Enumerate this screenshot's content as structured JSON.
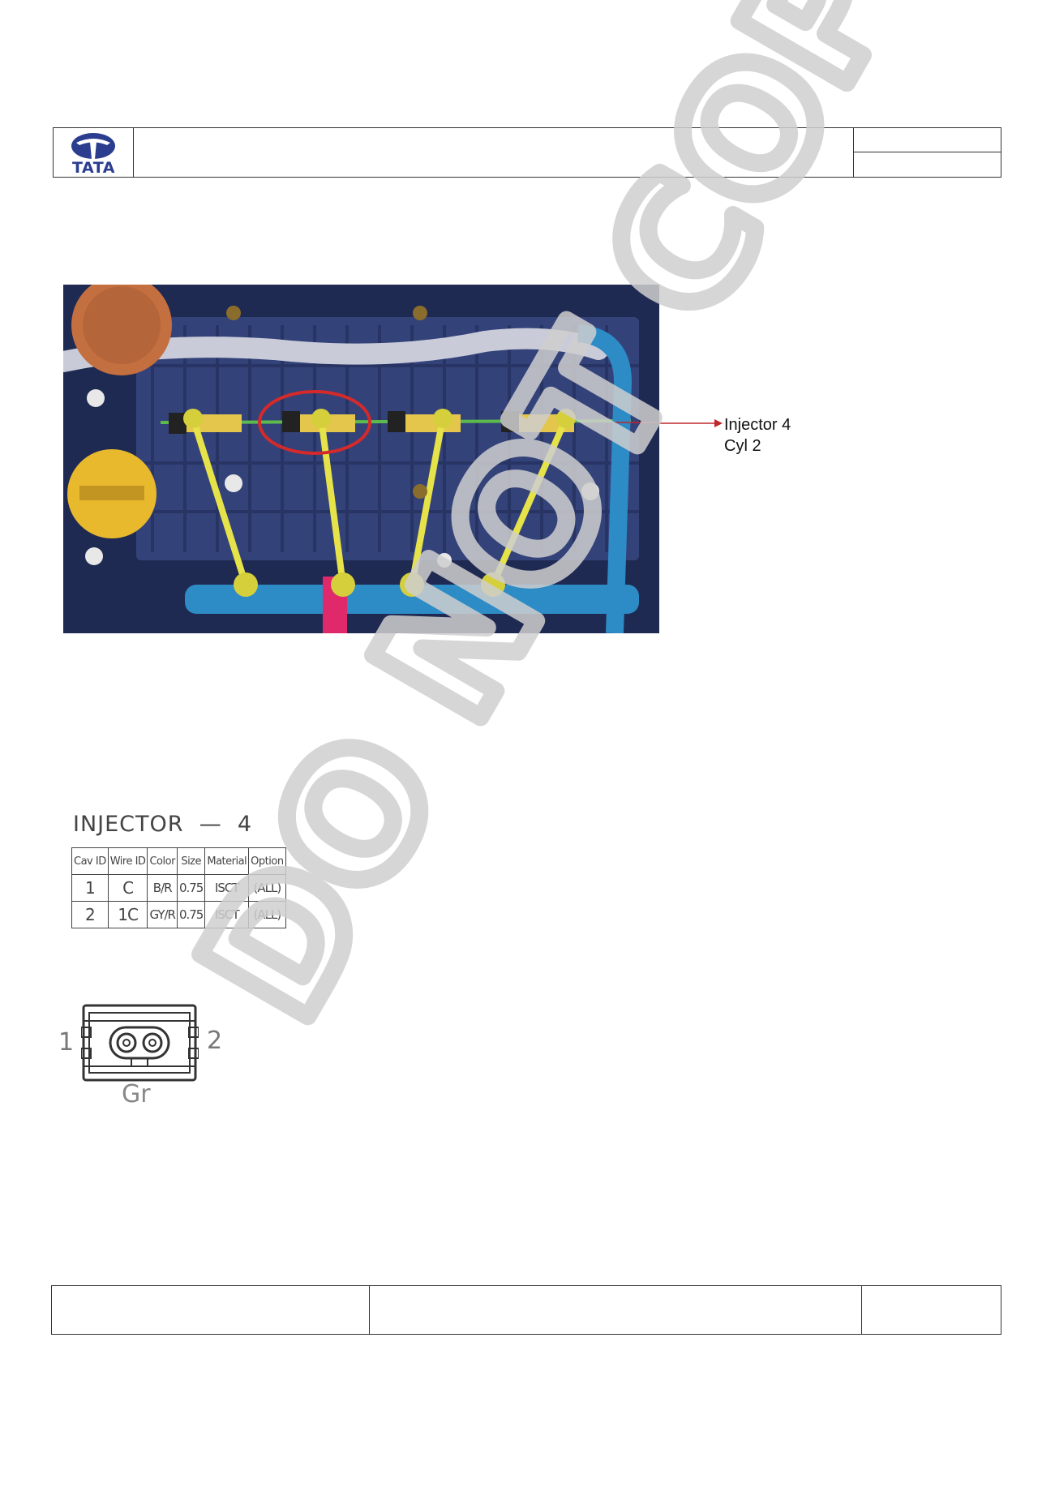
{
  "header": {
    "logo_text": "TATA",
    "brand_color": "#2a3d8f"
  },
  "callout": {
    "line1": "Injector 4",
    "line2": "Cyl 2",
    "arrow_color": "#c0262a"
  },
  "connector_table": {
    "title": "INJECTOR  —  4",
    "headers": [
      "Cav ID",
      "Wire ID",
      "Color",
      "Size",
      "Material",
      "Option"
    ],
    "rows": [
      [
        "1",
        "C",
        "B/R",
        "0.75",
        "ISCT",
        "(ALL)"
      ],
      [
        "2",
        "1C",
        "GY/R",
        "0.75",
        "ISCT",
        "(ALL)"
      ]
    ]
  },
  "connector_diagram": {
    "pin_left": "1",
    "pin_right": "2",
    "color_code": "Gr"
  },
  "watermark": {
    "text": "DO NOT COPY"
  }
}
